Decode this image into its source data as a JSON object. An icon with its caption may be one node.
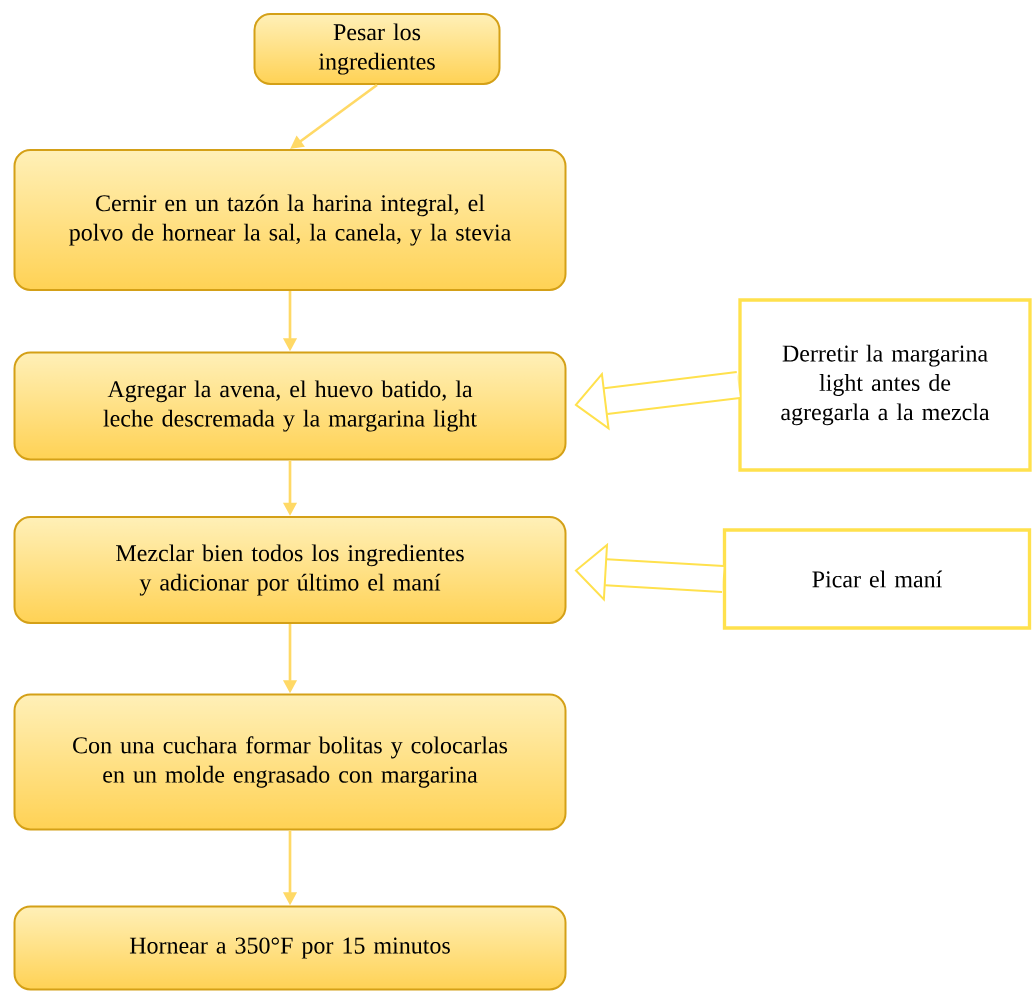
{
  "diagram": {
    "nodes": [
      {
        "text": [
          "Pesar los ingredientes"
        ]
      },
      {
        "text": [
          "Cernir en un tazón la harina integral, el polvo de hornear la sal, la canela, y la stevia"
        ]
      },
      {
        "text": [
          "Agregar la avena, el huevo batido, la leche descremada y la margarina light"
        ]
      },
      {
        "text": [
          "Mezclar bien todos los ingredientes y adicionar por último el maní"
        ]
      },
      {
        "text": [
          "Con una cuchara formar bolitas y colocarlas en un molde engrasado con margarina"
        ]
      },
      {
        "text": [
          "Hornear a 350°F por 15 minutos"
        ]
      },
      {
        "text": [
          "Derretir la margarina light antes de agregarla a la mezcla"
        ]
      },
      {
        "text": [
          "Picar el maní"
        ]
      }
    ],
    "edges": [
      {
        "from": 0,
        "to": 1,
        "arrow": "to"
      },
      {
        "from": 1,
        "to": 2,
        "arrow": "to"
      },
      {
        "from": 2,
        "to": 3,
        "arrow": "to"
      },
      {
        "from": 3,
        "to": 4,
        "arrow": "to"
      },
      {
        "from": 4,
        "to": 5,
        "arrow": "to"
      },
      {
        "from": 6,
        "to": 2,
        "arrow": "to",
        "style": "thick"
      },
      {
        "from": 7,
        "to": 3,
        "arrow": "to",
        "style": "thick"
      }
    ]
  }
}
